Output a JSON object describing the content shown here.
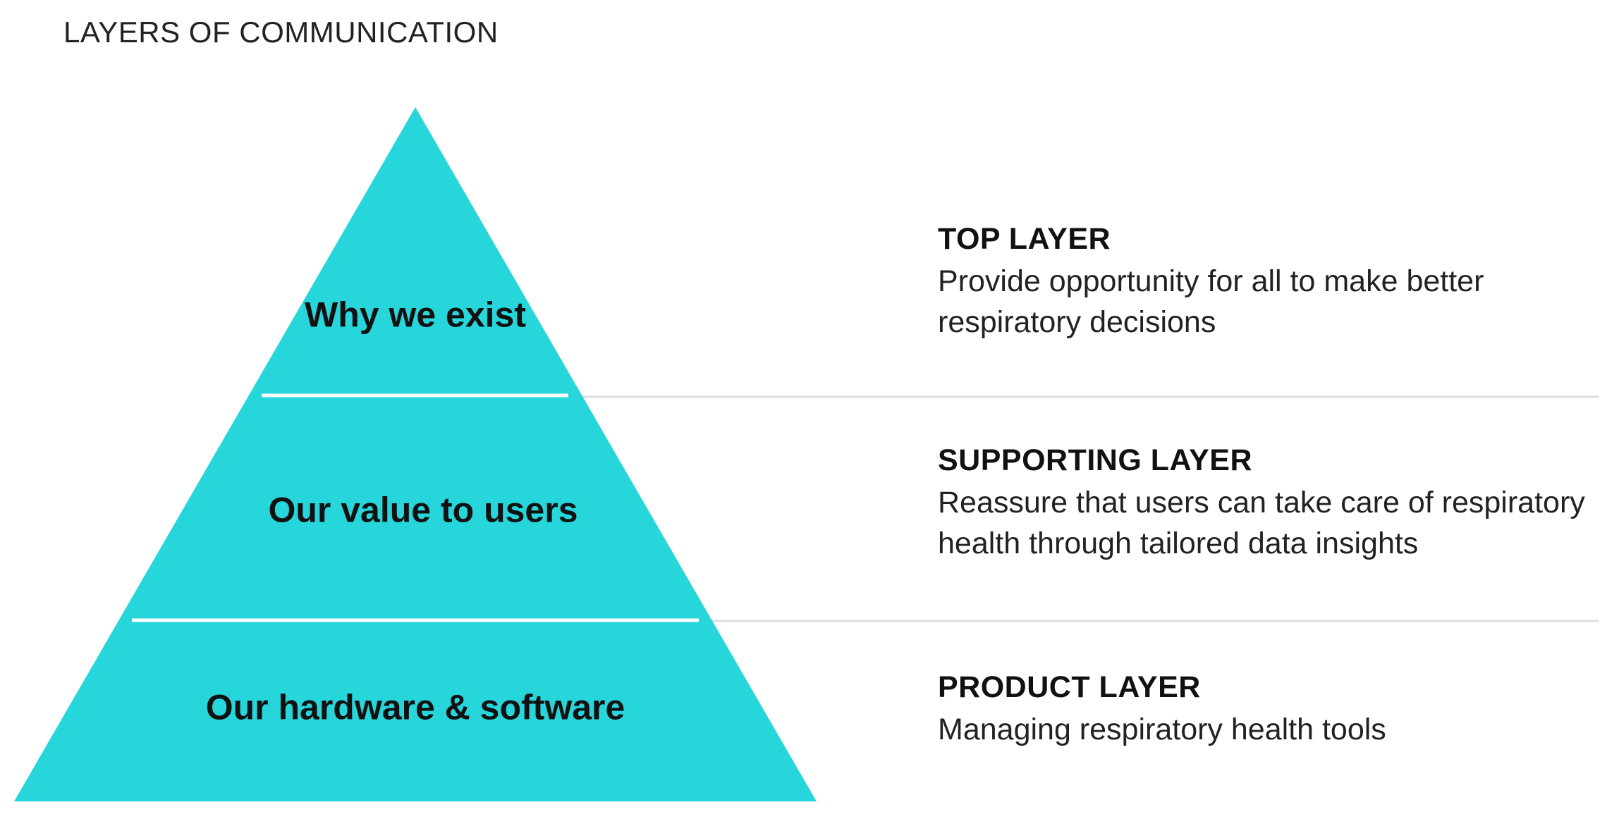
{
  "page": {
    "title": "LAYERS OF COMMUNICATION"
  },
  "colors": {
    "pyramid_fill": "#26D6DB",
    "divider_white": "#ffffff",
    "row_divider": "#dddddd",
    "text": "#111111"
  },
  "pyramid": {
    "tiers": [
      {
        "label": "Why we exist"
      },
      {
        "label": "Our value to users"
      },
      {
        "label": "Our hardware & software"
      }
    ]
  },
  "layers": [
    {
      "heading": "TOP LAYER",
      "description": "Provide opportunity for all to make better respiratory decisions"
    },
    {
      "heading": "SUPPORTING LAYER",
      "description": "Reassure that users can take care of respiratory health through tailored data insights"
    },
    {
      "heading": "PRODUCT LAYER",
      "description": "Managing respiratory health tools"
    }
  ]
}
